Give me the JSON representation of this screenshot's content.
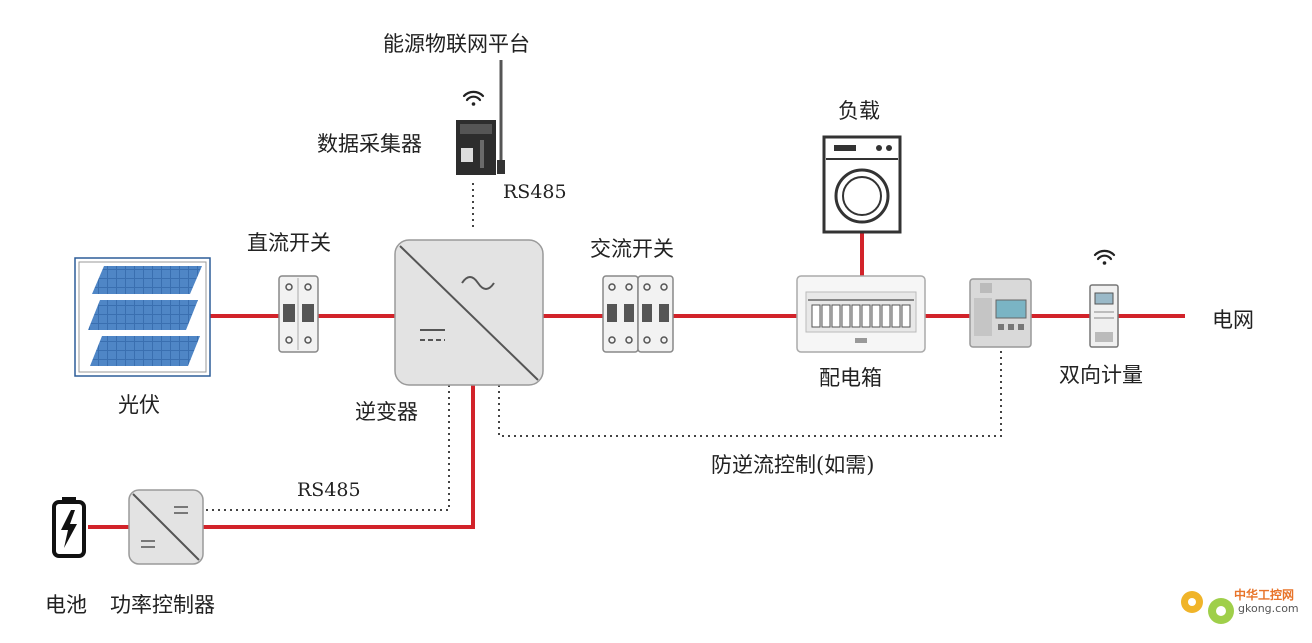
{
  "labels": {
    "platform": "能源物联网平台",
    "collector": "数据采集器",
    "rs485_top": "RS485",
    "load": "负载",
    "dc_switch": "直流开关",
    "ac_switch": "交流开关",
    "pv": "光伏",
    "inverter": "逆变器",
    "distribution_box": "配电箱",
    "bidirectional_meter": "双向计量",
    "grid": "电网",
    "anti_backflow": "防逆流控制(如需)",
    "rs485_bottom": "RS485",
    "battery": "电池",
    "pcs": "功率控制器"
  },
  "watermark": {
    "brand": "中华工控网",
    "domain": "gkong.com"
  },
  "colors": {
    "power_line": "#d2232a",
    "comm_line": "#444444",
    "device_gray": "#e3e3e3",
    "panel_blue": "#3a6fb0"
  },
  "icons": [
    "wifi-icon",
    "solar-panel-icon",
    "inverter-icon",
    "breaker-icon",
    "washing-machine-icon",
    "battery-icon",
    "meter-icon",
    "data-collector-icon"
  ]
}
